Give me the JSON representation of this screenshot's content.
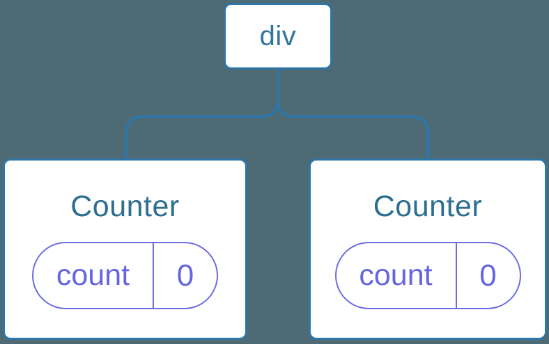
{
  "colors": {
    "background": "#4d6a75",
    "connector": "#2f76a8",
    "node_fill": "#ffffff",
    "node_stroke": "#2f76a8",
    "root_label_color": "#30759f",
    "title_color": "#2d6e91",
    "state_color": "#6565e0",
    "state_border": "#6c6ce4"
  },
  "tree": {
    "root": {
      "label": "div"
    },
    "children": [
      {
        "label": "Counter",
        "state": {
          "name": "count",
          "value": "0"
        }
      },
      {
        "label": "Counter",
        "state": {
          "name": "count",
          "value": "0"
        }
      }
    ]
  }
}
